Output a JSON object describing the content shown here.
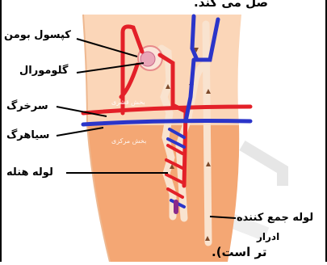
{
  "header_fragment": "صل می کند.",
  "footer_fragment": "تر است).",
  "labels": {
    "bowman": "کپسول بومن",
    "glomerulus": "گلومورال",
    "artery": "سرخرگ",
    "vein": "سیاهرگ",
    "loop": "لوله هنله",
    "collecting": "لوله جمع کننده",
    "urine": "ادرار"
  },
  "regions": {
    "cortex": "بخش قشری",
    "medulla": "بخش مرکزی"
  },
  "colors": {
    "cortex": "#fbd6b8",
    "medulla": "#f4a774",
    "artery": "#e32028",
    "vein": "#2b35c9",
    "tubule": "#f9e3cf"
  }
}
